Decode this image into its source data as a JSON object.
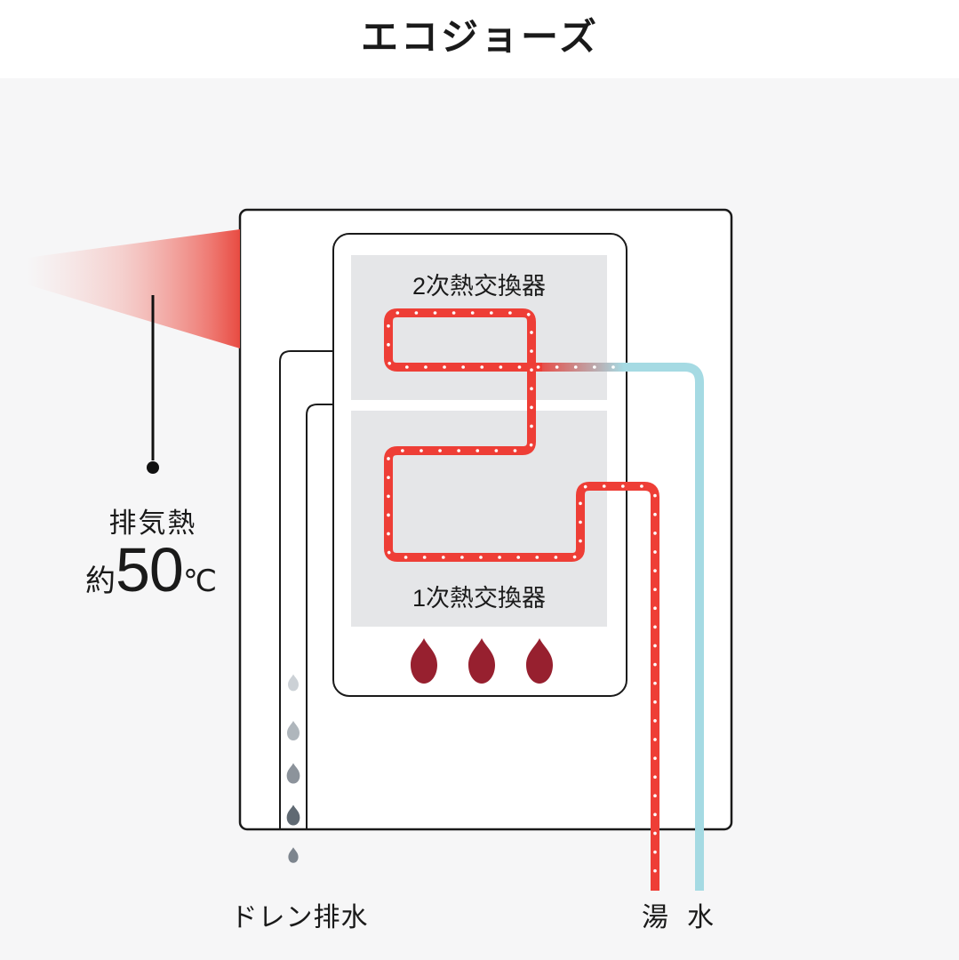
{
  "title": "エコジョーズ",
  "labels": {
    "secondary_hx": "2次熱交換器",
    "primary_hx": "1次熱交換器",
    "exhaust": "排気熱",
    "temp_prefix": "約",
    "temp_value": "50",
    "temp_unit": "℃",
    "drain": "ドレン排水",
    "hot_water": "湯",
    "cold_water": "水"
  },
  "icons": {
    "flames": "flame-icon x3 (burner)",
    "drops": "water-drop-icon x5 (condensate drain)",
    "exhaust_beam": "exhaust-heat-beam",
    "pointer": "exhaust-pointer-line"
  },
  "colors": {
    "hot_pipe": "#ee3e36",
    "cold_pipe": "#a5dae3",
    "flame": "#97202f",
    "hx_box": "#e5e6e8",
    "outline": "#1a1a1a",
    "exhaust_beam": "#e84b42",
    "panel_bg": "#f6f6f7"
  }
}
